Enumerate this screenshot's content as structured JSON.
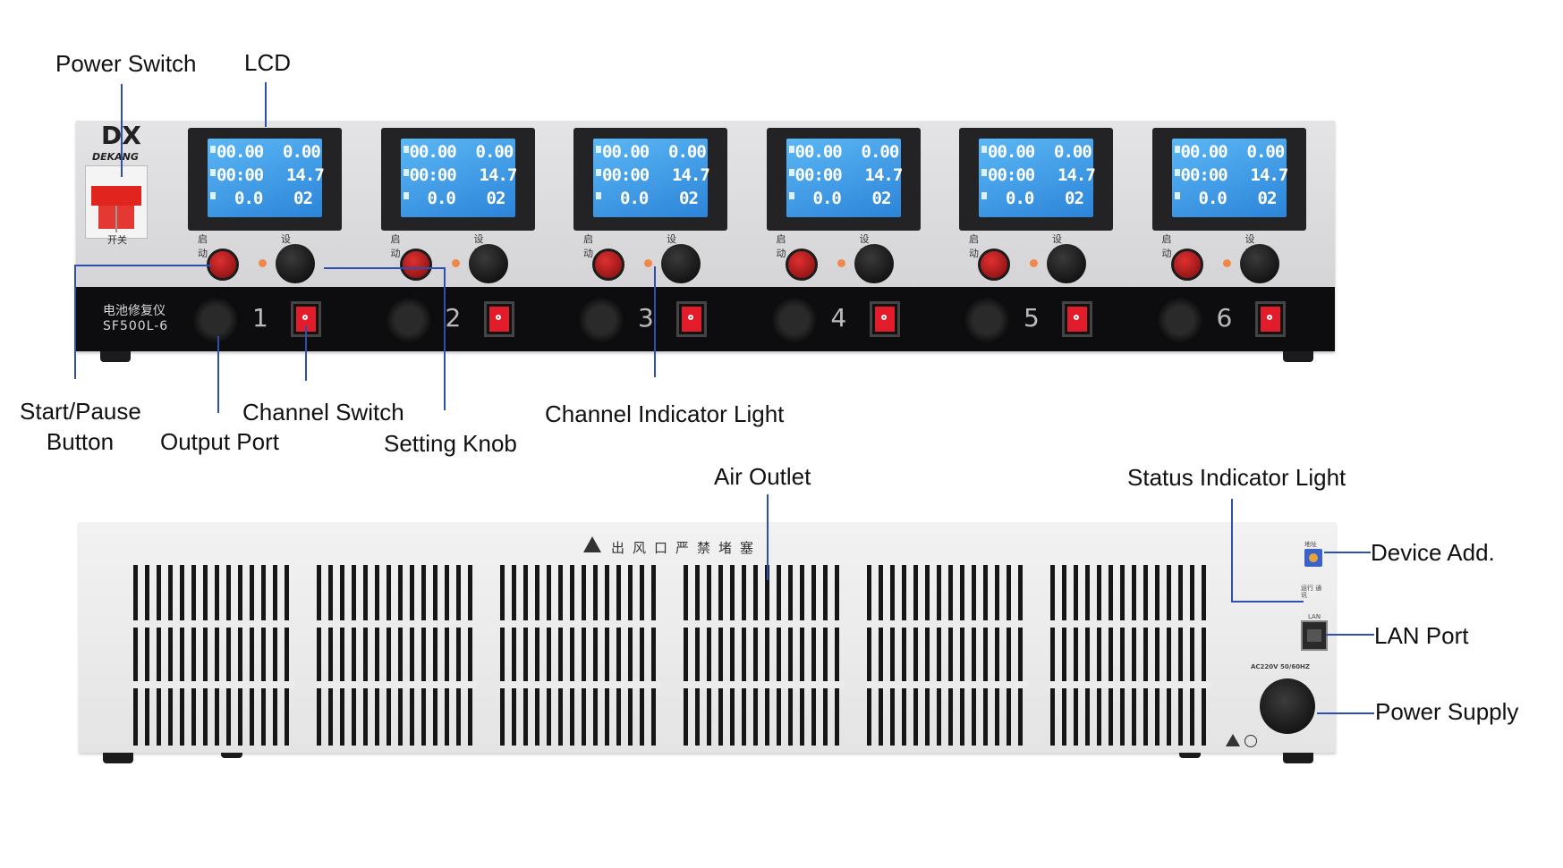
{
  "labels": {
    "power_switch": "Power Switch",
    "lcd": "LCD",
    "start_pause_1": "Start/Pause",
    "start_pause_2": "Button",
    "output_port": "Output Port",
    "channel_switch": "Channel Switch",
    "setting_knob": "Setting Knob",
    "channel_indicator_light": "Channel Indicator Light",
    "air_outlet": "Air Outlet",
    "status_indicator_light": "Status Indicator Light",
    "device_add": "Device Add.",
    "lan_port": "LAN Port",
    "power_supply": "Power Supply"
  },
  "front": {
    "brand_logo": "DX",
    "brand_name": "DEKANG",
    "switch_caption": "开关",
    "product_name": "电池修复仪",
    "model": "SF500L-6",
    "start_caption": "启动",
    "set_caption": "设置",
    "lcd_row1_left": "00.00",
    "lcd_row1_right": "0.00",
    "lcd_row2_left": "00:00",
    "lcd_row2_right": "14.7",
    "lcd_row3_left": "0.0",
    "lcd_row3_right": "02",
    "channels": [
      "1",
      "2",
      "3",
      "4",
      "5",
      "6"
    ]
  },
  "back": {
    "warning_text": "出风口严禁堵塞",
    "address_caption": "地址",
    "status_caption": "运行 通讯",
    "lan_caption": "LAN",
    "power_rating": "AC220V 50/60HZ"
  },
  "colors": {
    "leader_line": "#2f4fb0",
    "lcd_screen": "#3a9be6",
    "switch_red": "#e21c2a"
  }
}
